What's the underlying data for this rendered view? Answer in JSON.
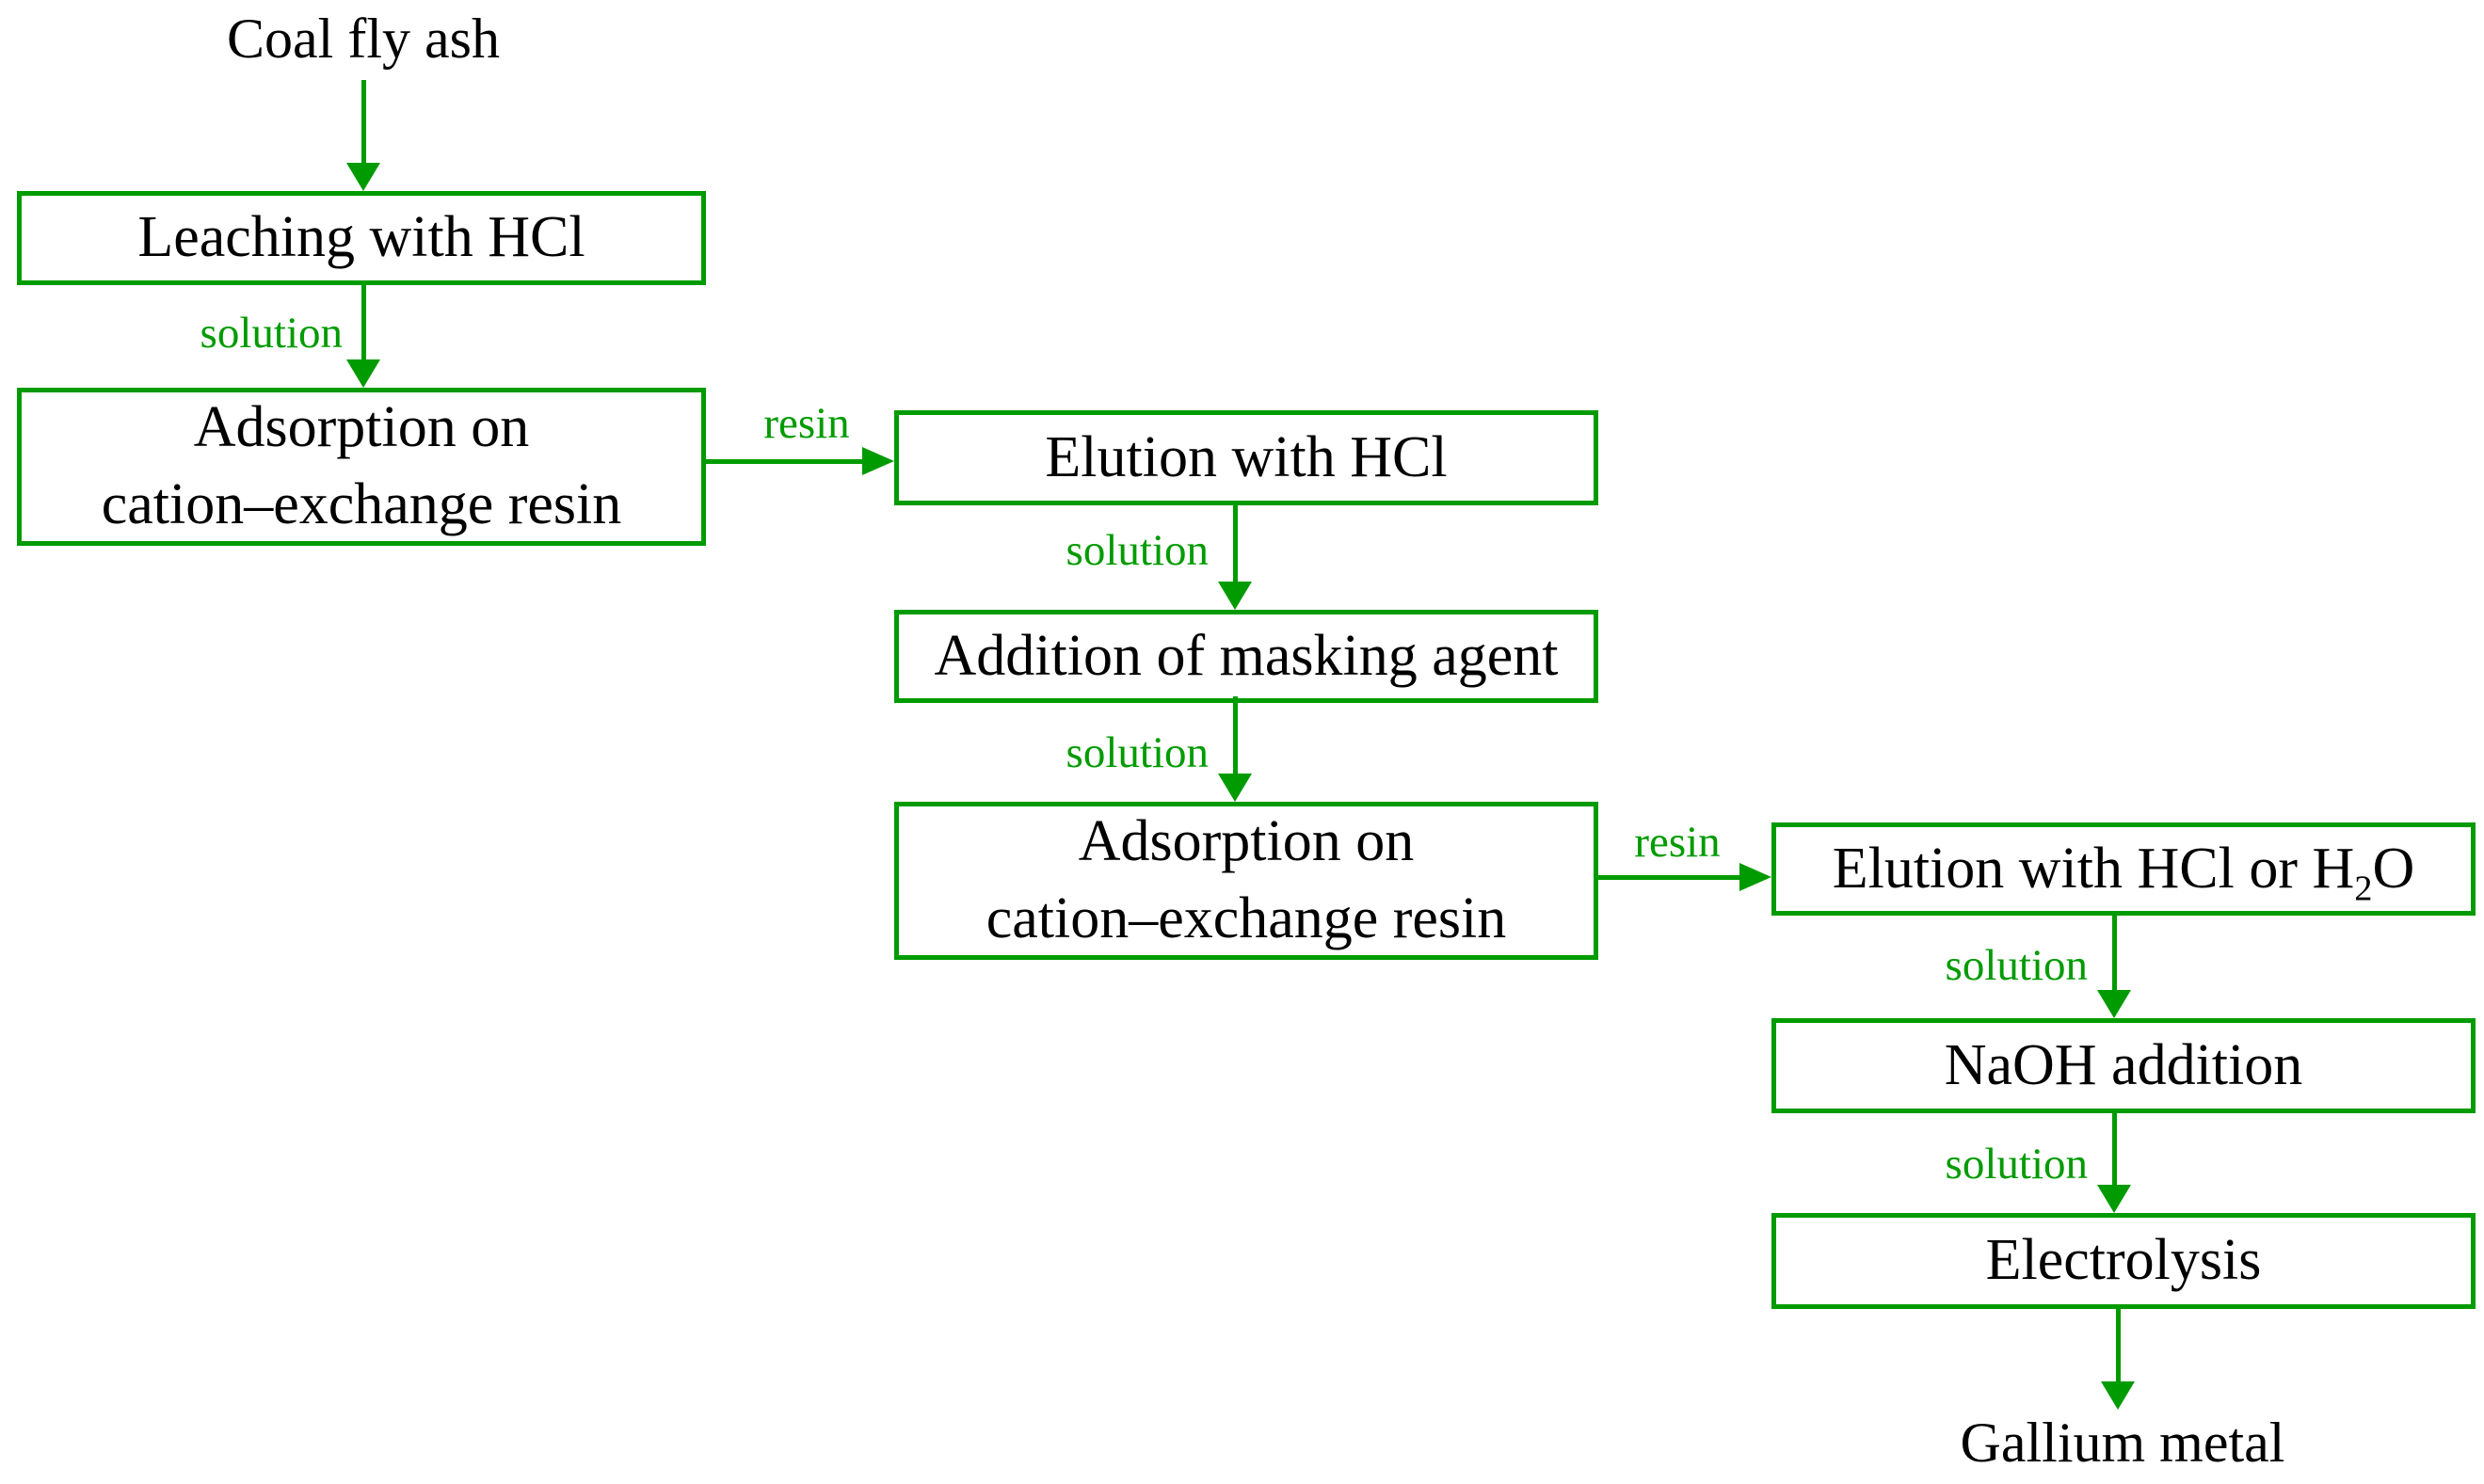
{
  "figure": {
    "type": "flowchart",
    "background_color": "#ffffff",
    "accent_color": "#009b00",
    "text_color": "#000000",
    "source_node": {
      "text": "Coal fly ash"
    },
    "sink_node": {
      "text": "Gallium metal"
    },
    "boxes": [
      {
        "id": "leaching",
        "label": "Leaching with HCl"
      },
      {
        "id": "adsorption-1",
        "line1": "Adsorption on",
        "line2": "cation–exchange resin"
      },
      {
        "id": "elution-1",
        "label": "Elution with HCl"
      },
      {
        "id": "masking-agent",
        "label": "Addition of masking agent"
      },
      {
        "id": "adsorption-2",
        "line1": "Adsorption on",
        "line2": "cation–exchange resin"
      },
      {
        "id": "elution-2",
        "label_pre_sub": "Elution with HCl or H",
        "label_sub": "2",
        "label_post_sub": "O"
      },
      {
        "id": "naoh",
        "label": "NaOH addition"
      },
      {
        "id": "electrolysis",
        "label": "Electrolysis"
      }
    ],
    "edge_labels": [
      {
        "id": "solution-1",
        "text": "solution"
      },
      {
        "id": "resin-1",
        "text": "resin"
      },
      {
        "id": "solution-2",
        "text": "solution"
      },
      {
        "id": "solution-3",
        "text": "solution"
      },
      {
        "id": "resin-2",
        "text": "resin"
      },
      {
        "id": "solution-4",
        "text": "solution"
      },
      {
        "id": "solution-5",
        "text": "solution"
      }
    ]
  }
}
